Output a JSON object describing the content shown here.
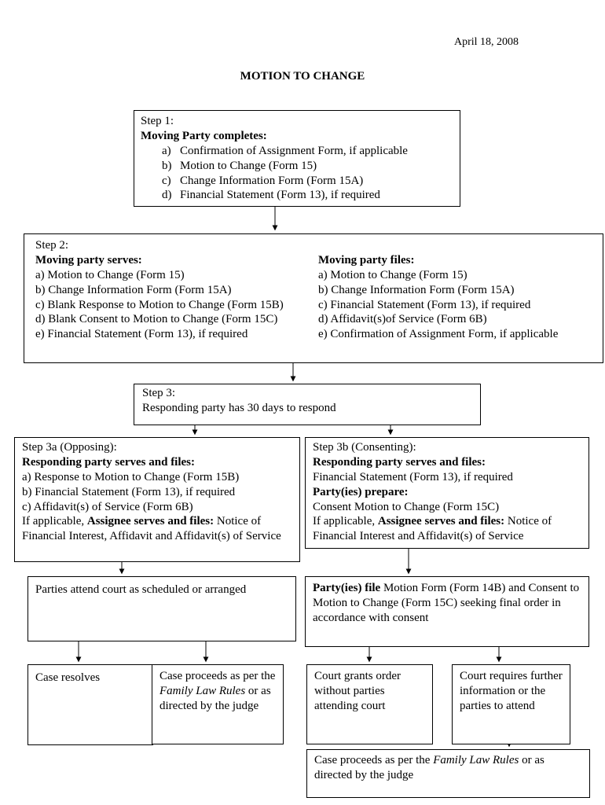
{
  "meta": {
    "date": "April 18, 2008",
    "title": "MOTION TO CHANGE"
  },
  "step1": {
    "label": "Step 1:",
    "heading": "Moving Party completes:",
    "items": [
      {
        "letter": "a)",
        "text": "Confirmation of Assignment Form, if applicable"
      },
      {
        "letter": "b)",
        "text": "Motion to Change (Form 15)"
      },
      {
        "letter": "c)",
        "text": "Change Information Form (Form 15A)"
      },
      {
        "letter": "d)",
        "text": "Financial Statement (Form 13), if required"
      }
    ]
  },
  "step2": {
    "label": "Step 2:",
    "serves": {
      "heading": "Moving party serves:",
      "items": [
        "a) Motion to Change (Form 15)",
        "b) Change Information Form (Form 15A)",
        "c) Blank Response to Motion to Change (Form 15B)",
        "d) Blank Consent to Motion to Change (Form 15C)",
        "e) Financial Statement (Form 13), if required"
      ]
    },
    "files": {
      "heading": "Moving party files:",
      "items": [
        "a) Motion to Change (Form 15)",
        "b) Change Information Form (Form 15A)",
        "c) Financial Statement (Form 13), if required",
        "d) Affidavit(s)of Service (Form 6B)",
        "e) Confirmation of Assignment Form, if applicable"
      ]
    }
  },
  "step3": {
    "label": "Step 3:",
    "text": "Responding party has 30 days to respond"
  },
  "step3a": {
    "label": "Step 3a (Opposing):",
    "heading": "Responding party serves and files:",
    "items": [
      "a) Response to Motion to Change (Form 15B)",
      "b) Financial Statement (Form 13), if required",
      "c) Affidavit(s) of Service (Form 6B)"
    ],
    "note": {
      "prefix": "If applicable, ",
      "bold": "Assignee serves and files:",
      "suffix": " Notice of Financial Interest, Affidavit and Affidavit(s) of Service"
    }
  },
  "step3b": {
    "label": "Step 3b (Consenting):",
    "heading1": "Responding party serves and files:",
    "line1": "Financial Statement (Form 13), if required",
    "heading2": "Party(ies) prepare:",
    "line2": "Consent Motion to Change (Form 15C)",
    "note": {
      "prefix": "If applicable, ",
      "bold": "Assignee serves and files:",
      "suffix": "  Notice of Financial Interest and Affidavit(s) of Service"
    }
  },
  "attend": {
    "text": "Parties attend court as scheduled or arranged"
  },
  "file_motion": {
    "bold": "Party(ies) file",
    "rest": " Motion Form (Form 14B) and Consent to Motion to Change (Form 15C) seeking final order in accordance with consent"
  },
  "case_resolves": {
    "text": "Case resolves"
  },
  "case_proceeds_left": {
    "prefix": "Case proceeds as per the ",
    "italic": "Family Law Rules",
    "suffix": " or as directed by the judge"
  },
  "court_grants": {
    "text": "Court grants order without parties attending court"
  },
  "court_requires": {
    "text": "Court requires further information or the parties to attend"
  },
  "case_proceeds_right": {
    "prefix": "Case proceeds as per the ",
    "italic": "Family Law Rules",
    "suffix": " or as directed by the judge"
  }
}
